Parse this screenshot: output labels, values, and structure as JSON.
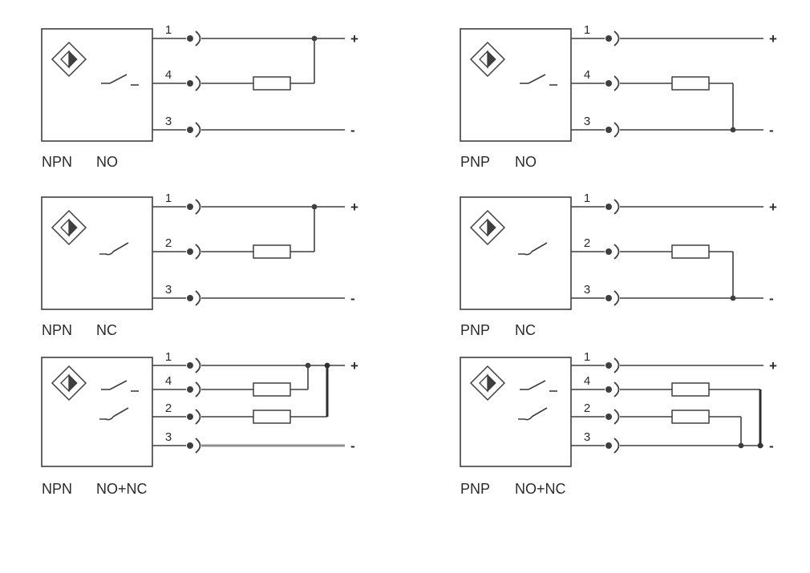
{
  "colors": {
    "line": "#3f3f3f",
    "thick_dark": "#2e2e2e",
    "thick_gray": "#8f8f8f",
    "text": "#2b2b2b",
    "background": "#ffffff"
  },
  "diagrams": [
    {
      "id": "npn-no",
      "labels": {
        "type": "NPN",
        "mode": "NO"
      },
      "wires": 3,
      "terminals": {
        "plus": "+",
        "minus": "-"
      },
      "switches": [
        {
          "kind": "no",
          "tail": "-"
        }
      ],
      "pins": [
        {
          "num": "1",
          "kind": "rail",
          "rail": "plus"
        },
        {
          "num": "4",
          "kind": "load",
          "connect": "plus",
          "vx": 352
        },
        {
          "num": "3",
          "kind": "rail",
          "rail": "minus"
        }
      ]
    },
    {
      "id": "pnp-no",
      "labels": {
        "type": "PNP",
        "mode": "NO"
      },
      "wires": 3,
      "terminals": {
        "plus": "+",
        "minus": "-"
      },
      "switches": [
        {
          "kind": "no",
          "tail": "-"
        }
      ],
      "pins": [
        {
          "num": "1",
          "kind": "rail",
          "rail": "plus"
        },
        {
          "num": "4",
          "kind": "load",
          "connect": "minus",
          "vx": 352
        },
        {
          "num": "3",
          "kind": "rail",
          "rail": "minus"
        }
      ]
    },
    {
      "id": "npn-nc",
      "labels": {
        "type": "NPN",
        "mode": "NC"
      },
      "wires": 3,
      "terminals": {
        "plus": "+",
        "minus": "-"
      },
      "switches": [
        {
          "kind": "nc"
        }
      ],
      "pins": [
        {
          "num": "1",
          "kind": "rail",
          "rail": "plus"
        },
        {
          "num": "2",
          "kind": "load",
          "connect": "plus",
          "vx": 352
        },
        {
          "num": "3",
          "kind": "rail",
          "rail": "minus"
        }
      ]
    },
    {
      "id": "pnp-nc",
      "labels": {
        "type": "PNP",
        "mode": "NC"
      },
      "wires": 3,
      "terminals": {
        "plus": "+",
        "minus": "-"
      },
      "switches": [
        {
          "kind": "nc"
        }
      ],
      "pins": [
        {
          "num": "1",
          "kind": "rail",
          "rail": "plus"
        },
        {
          "num": "2",
          "kind": "load",
          "connect": "minus",
          "vx": 352
        },
        {
          "num": "3",
          "kind": "rail",
          "rail": "minus"
        }
      ]
    },
    {
      "id": "npn-no-nc",
      "labels": {
        "type": "NPN",
        "mode": "NO+NC"
      },
      "wires": 4,
      "terminals": {
        "plus": "+",
        "minus": "-"
      },
      "switches": [
        {
          "kind": "no",
          "tail": "-"
        },
        {
          "kind": "nc"
        }
      ],
      "pins": [
        {
          "num": "1",
          "kind": "rail",
          "rail": "plus"
        },
        {
          "num": "4",
          "kind": "load",
          "connect": "plus",
          "vx": 344
        },
        {
          "num": "2",
          "kind": "load",
          "connect": "plus",
          "vx": 368,
          "thick": true
        },
        {
          "num": "3",
          "kind": "rail",
          "rail": "minus",
          "gray": true
        }
      ]
    },
    {
      "id": "pnp-no-nc",
      "labels": {
        "type": "PNP",
        "mode": "NO+NC"
      },
      "wires": 4,
      "terminals": {
        "plus": "+",
        "minus": "-"
      },
      "switches": [
        {
          "kind": "no",
          "tail": "-"
        },
        {
          "kind": "nc"
        }
      ],
      "pins": [
        {
          "num": "1",
          "kind": "rail",
          "rail": "plus"
        },
        {
          "num": "4",
          "kind": "load",
          "connect": "minus",
          "vx": 386,
          "thick": true
        },
        {
          "num": "2",
          "kind": "load",
          "connect": "minus",
          "vx": 362
        },
        {
          "num": "3",
          "kind": "rail",
          "rail": "minus"
        }
      ]
    }
  ]
}
